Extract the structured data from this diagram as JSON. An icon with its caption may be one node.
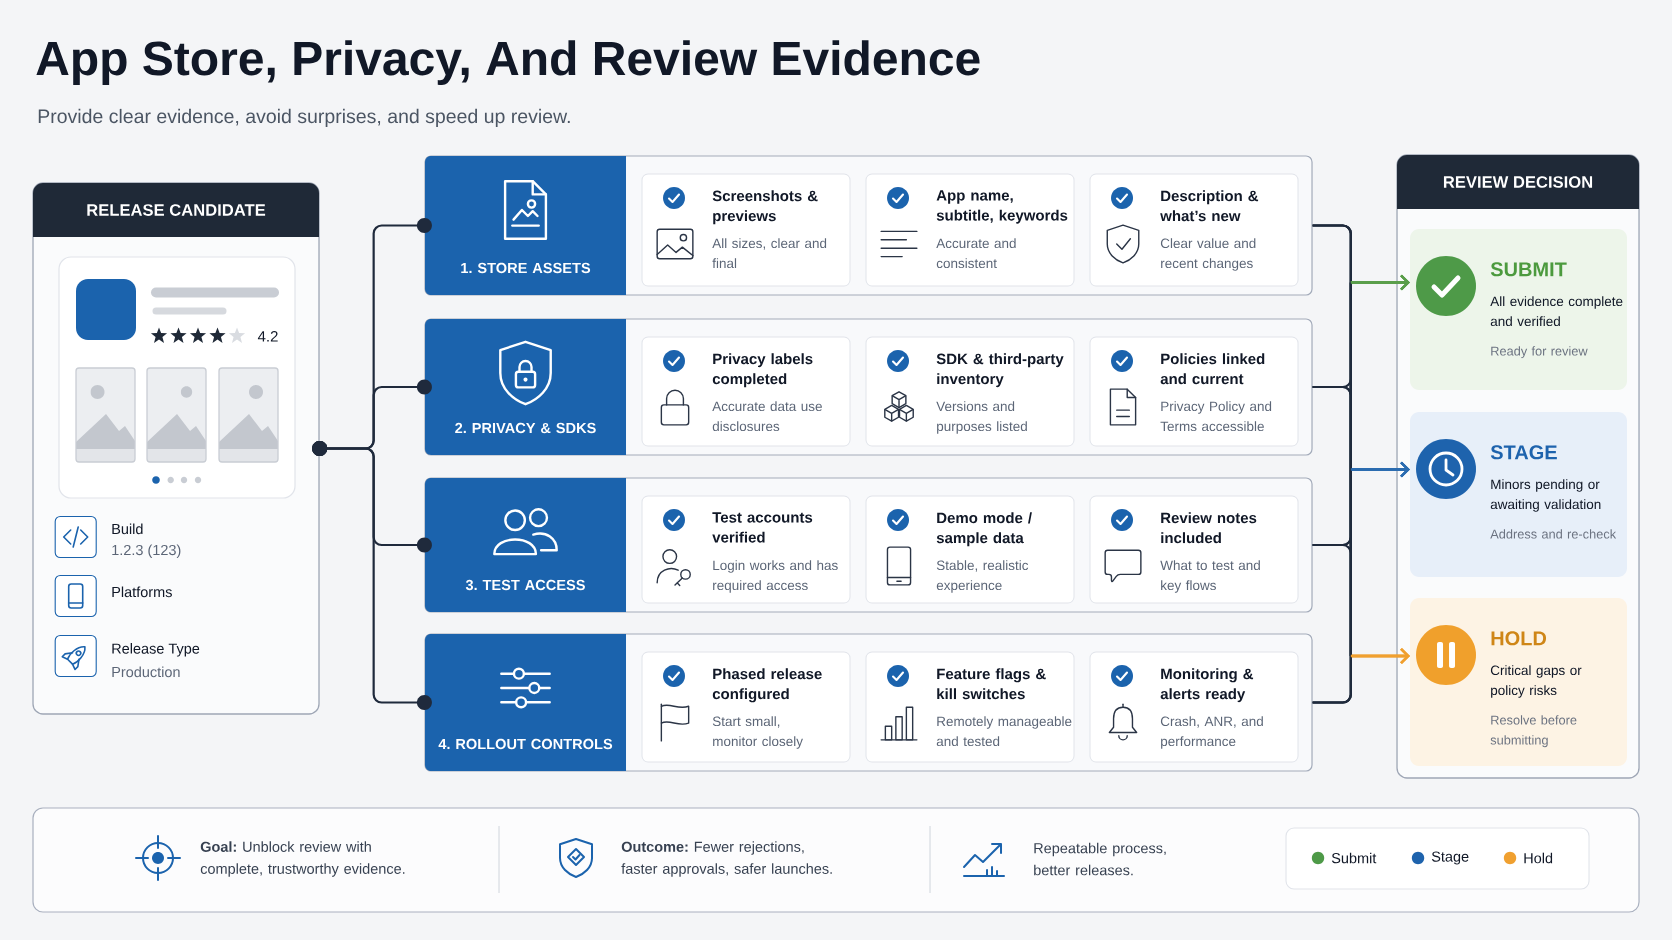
{
  "diagram": {
    "title": "App Store, Privacy, And Review Evidence",
    "nodes": [
      {
        "text": [
          "RELEASE CANDIDATE",
          "Build",
          "1.2.3 (123)",
          "Platforms",
          "Release Type",
          "Production"
        ]
      },
      {
        "text": [
          "4.2"
        ],
        "in": 0
      },
      {
        "text": [
          "1. STORE ASSETS"
        ]
      },
      {
        "text": [
          "Screenshots & previews",
          "All sizes, clear and final"
        ],
        "in": 2
      },
      {
        "text": [
          "App name, subtitle, keywords",
          "Accurate and consistent"
        ],
        "in": 2
      },
      {
        "text": [
          "Description & what’s new",
          "Clear value and recent changes"
        ],
        "in": 2
      },
      {
        "text": [
          "2. PRIVACY & SDKS"
        ]
      },
      {
        "text": [
          "Privacy labels completed",
          "Accurate data use disclosures"
        ],
        "in": 6
      },
      {
        "text": [
          "SDK & third-party inventory",
          "Versions and purposes listed"
        ],
        "in": 6
      },
      {
        "text": [
          "Policies linked and current",
          "Privacy Policy and Terms accessible"
        ],
        "in": 6
      },
      {
        "text": [
          "3. TEST ACCESS"
        ]
      },
      {
        "text": [
          "Test accounts verified",
          "Login works and has required access"
        ],
        "in": 10
      },
      {
        "text": [
          "Demo mode / sample data",
          "Stable, realistic experience"
        ],
        "in": 10
      },
      {
        "text": [
          "Review notes included",
          "What to test and key flows"
        ],
        "in": 10
      },
      {
        "text": [
          "4. ROLLOUT CONTROLS"
        ]
      },
      {
        "text": [
          "Phased release configured",
          "Start small, monitor closely"
        ],
        "in": 14
      },
      {
        "text": [
          "Feature flags & kill switches",
          "Remotely manageable and tested"
        ],
        "in": 14
      },
      {
        "text": [
          "Monitoring & alerts ready",
          "Crash, ANR, and performance"
        ],
        "in": 14
      },
      {
        "text": [
          "REVIEW DECISION"
        ]
      },
      {
        "text": [
          "SUBMIT",
          "All evidence complete and verified",
          "Ready for review"
        ],
        "in": 18
      },
      {
        "text": [
          "STAGE",
          "Minors pending or awaiting validation",
          "Address and re-check"
        ],
        "in": 18
      },
      {
        "text": [
          "HOLD",
          "Critical gaps or policy risks",
          "Resolve before submitting"
        ],
        "in": 18
      },
      {
        "text": [
          "**Goal:** Unblock review with complete, trustworthy evidence.",
          "**Outcome:** Fewer rejections, faster approvals, safer launches.",
          "Repeatable process, better releases."
        ]
      }
    ],
    "edges": [
      {
        "from": 0,
        "to": 2,
        "arrow": "other"
      },
      {
        "from": 0,
        "to": 6,
        "arrow": "other"
      },
      {
        "from": 0,
        "to": 10,
        "arrow": "other"
      },
      {
        "from": 0,
        "to": 14,
        "arrow": "other"
      },
      {
        "from": 2,
        "to": 19,
        "arrow": "to"
      },
      {
        "from": 2,
        "to": 20,
        "arrow": "to"
      },
      {
        "from": 2,
        "to": 21,
        "arrow": "to"
      },
      {
        "from": 6,
        "to": 19,
        "arrow": "to"
      },
      {
        "from": 6,
        "to": 20,
        "arrow": "to"
      },
      {
        "from": 6,
        "to": 21,
        "arrow": "to"
      },
      {
        "from": 10,
        "to": 19,
        "arrow": "to"
      },
      {
        "from": 10,
        "to": 20,
        "arrow": "to"
      },
      {
        "from": 10,
        "to": 21,
        "arrow": "to"
      },
      {
        "from": 14,
        "to": 19,
        "arrow": "to"
      },
      {
        "from": 14,
        "to": 20,
        "arrow": "to"
      },
      {
        "from": 14,
        "to": 21,
        "arrow": "to"
      }
    ],
    "labels": [
      "Provide clear evidence, avoid surprises, and speed up review."
    ],
    "legend": [
      {
        "text": "Submit",
        "color": "#4e9a48"
      },
      {
        "text": "Stage",
        "color": "#1e63ad"
      },
      {
        "text": "Hold",
        "color": "#f0a030"
      }
    ]
  }
}
